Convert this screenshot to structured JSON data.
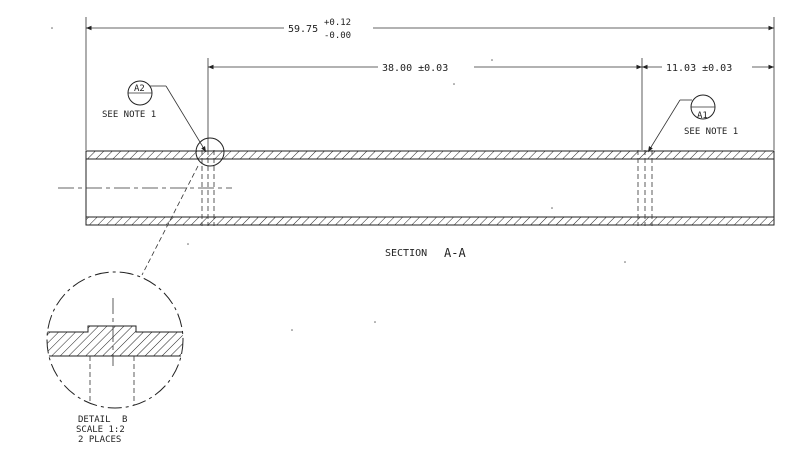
{
  "dimensions": {
    "overall": {
      "value": "59.75",
      "tol_plus": "+0.12",
      "tol_minus": "-0.00"
    },
    "middle": {
      "text": "38.00 ±0.03"
    },
    "right": {
      "text": "11.03 ±0.03"
    }
  },
  "callouts": {
    "a2": {
      "tag": "A2",
      "note": "SEE NOTE 1"
    },
    "a1": {
      "tag": "A1",
      "note": "SEE NOTE 1"
    }
  },
  "section": {
    "label": "SECTION",
    "letters": "A-A"
  },
  "detail": {
    "title": "DETAIL",
    "letter": "B",
    "scale": "SCALE 1:2",
    "places": "2 PLACES"
  },
  "colors": {
    "line": "#222222",
    "background": "#ffffff"
  }
}
